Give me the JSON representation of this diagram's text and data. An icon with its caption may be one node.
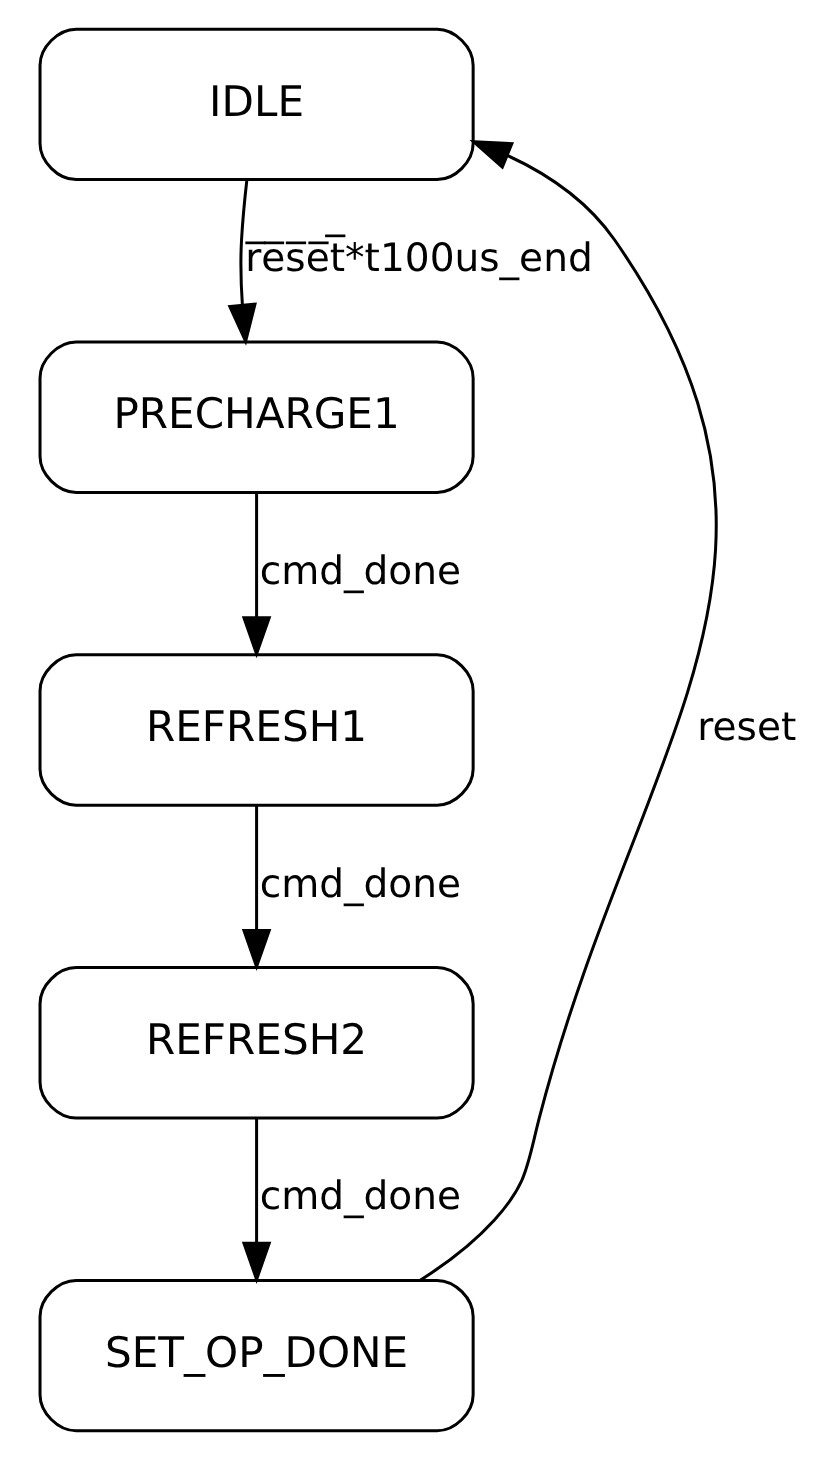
{
  "diagram": {
    "nodes": [
      {
        "text": [
          "IDLE"
        ]
      },
      {
        "text": [
          "PRECHARGE1"
        ]
      },
      {
        "text": [
          "REFRESH1"
        ]
      },
      {
        "text": [
          "REFRESH2"
        ]
      },
      {
        "text": [
          "SET_OP_DONE"
        ]
      }
    ],
    "edges": [
      {
        "from": 0,
        "to": 1,
        "arrow": "to",
        "label": "r̅e̅s̅e̅t̅*t100us_end"
      },
      {
        "from": 1,
        "to": 2,
        "arrow": "to",
        "label": "cmd_done"
      },
      {
        "from": 2,
        "to": 3,
        "arrow": "to",
        "label": "cmd_done"
      },
      {
        "from": 3,
        "to": 4,
        "arrow": "to",
        "label": "cmd_done"
      },
      {
        "from": 4,
        "to": 0,
        "arrow": "to",
        "label": "reset"
      }
    ]
  }
}
